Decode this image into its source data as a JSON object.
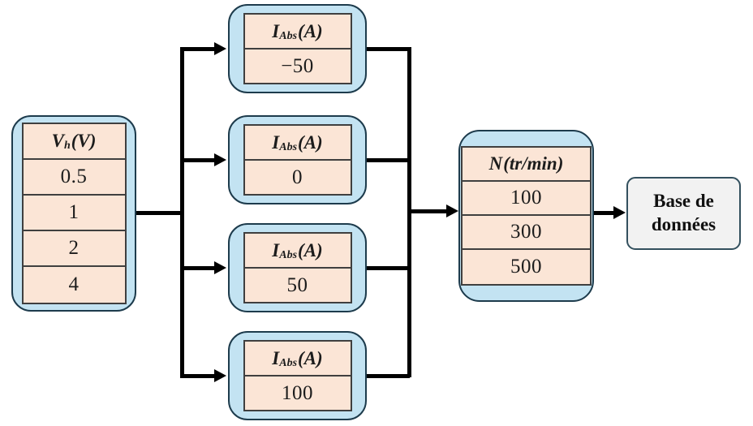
{
  "colors": {
    "container_fill": "#c3e3f2",
    "container_border": "#1d3b4c",
    "cell_fill": "#fbe5d6",
    "cell_border": "#3f3f3f",
    "connector": "#000000",
    "db_fill": "#f2f2f2",
    "db_border": "#33505e"
  },
  "vh_table": {
    "header": {
      "symbol": "V",
      "sub": "h",
      "unit": "(V)"
    },
    "rows": [
      "0.5",
      "1",
      "2",
      "4"
    ]
  },
  "iabs_tables": [
    {
      "header": {
        "symbol": "I",
        "sub": "Abs",
        "unit": "(A)"
      },
      "value": "−50"
    },
    {
      "header": {
        "symbol": "I",
        "sub": "Abs",
        "unit": "(A)"
      },
      "value": "0"
    },
    {
      "header": {
        "symbol": "I",
        "sub": "Abs",
        "unit": "(A)"
      },
      "value": "50"
    },
    {
      "header": {
        "symbol": "I",
        "sub": "Abs",
        "unit": "(A)"
      },
      "value": "100"
    }
  ],
  "n_table": {
    "header": {
      "symbol": "N",
      "sub": "",
      "unit": "(tr/min)"
    },
    "rows": [
      "100",
      "300",
      "500"
    ]
  },
  "database": {
    "line1": "Base de",
    "line2": "données"
  }
}
